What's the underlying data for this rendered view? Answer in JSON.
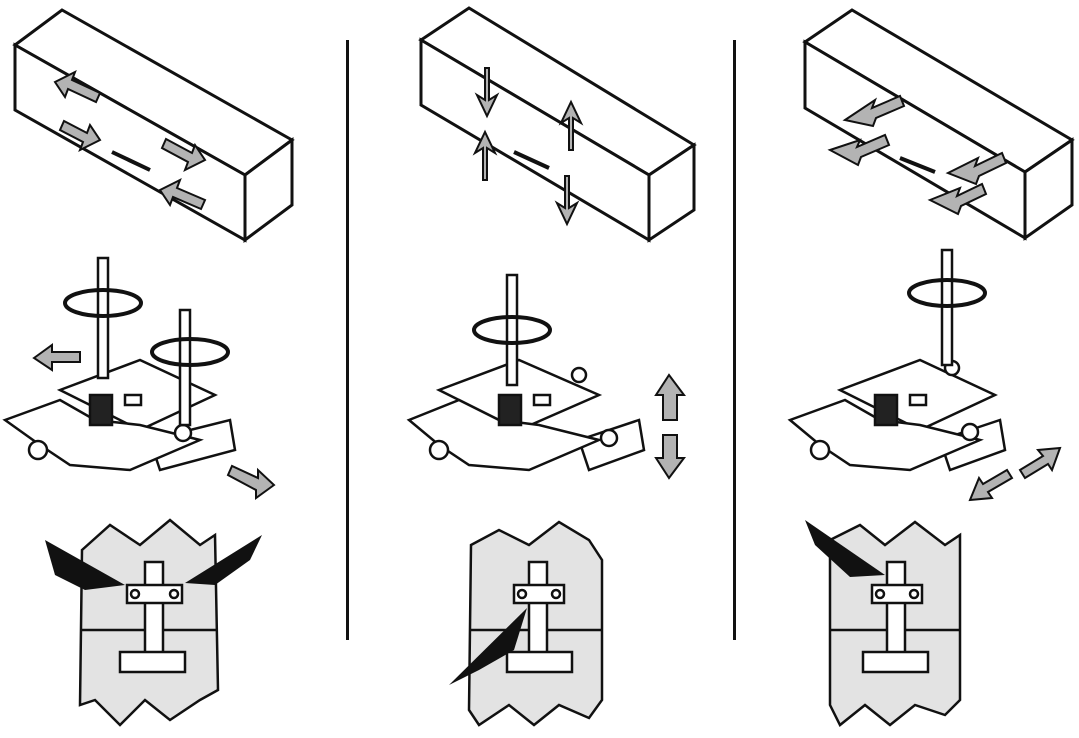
{
  "panels": [
    {
      "id": "adjust-side",
      "box_arrows": "diagonal",
      "hinge_arrows": "side",
      "door_arrows": "top-left-and-top-right"
    },
    {
      "id": "adjust-height",
      "box_arrows": "vertical",
      "hinge_arrows": "vertical",
      "door_arrows": "bottom-left"
    },
    {
      "id": "adjust-depth",
      "box_arrows": "depth",
      "hinge_arrows": "depth",
      "door_arrows": "top-left"
    }
  ],
  "colors": {
    "line": "#111111",
    "arrow_fill": "#b3b3b3",
    "door_fill": "#e3e3e3",
    "panel_fill": "#ffffff"
  },
  "icons": [
    "rotate-arrow-icon",
    "screwdriver-icon",
    "hinge-icon",
    "pointer-arrow-icon"
  ]
}
